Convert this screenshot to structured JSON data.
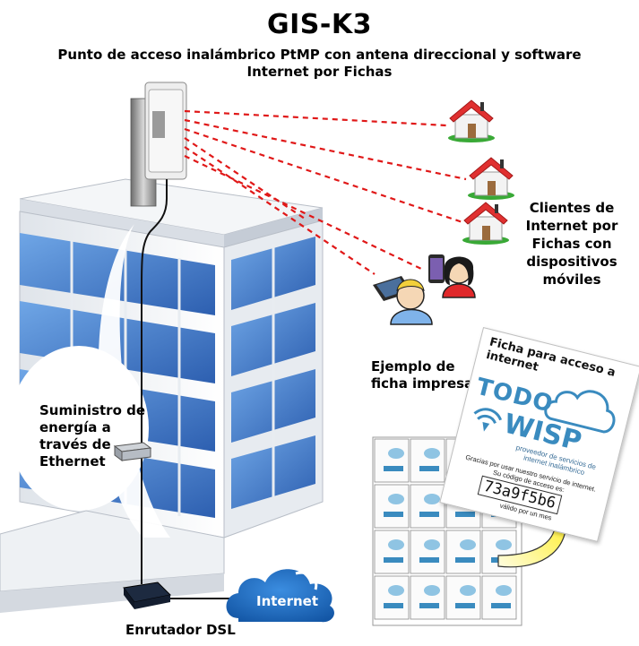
{
  "diagram": {
    "title": "GIS-K3",
    "subtitle_line1": "Punto de acceso inalámbrico PtMP con antena direccional y software",
    "subtitle_line2": "Internet por Fichas",
    "clients_label": [
      "Clientes de",
      "Internet por",
      "Fichas con",
      "dispositivos",
      "móviles"
    ],
    "example_label": [
      "Ejemplo de",
      "ficha impresa"
    ],
    "power_label": [
      "Suministro de",
      "energía a",
      "través de",
      "Ethernet"
    ],
    "router_label": "Enrutador DSL",
    "internet_label": "Internet"
  },
  "ticket": {
    "header": "Ficha para acceso a internet",
    "brand_line1": "TODO",
    "brand_line2": "WISP",
    "tagline": "proveedor de servicios de internet inalámbrico",
    "message": "Gracias por usar nuestro servicio de internet. Su código de acceso es:",
    "code": "73a9f5b6",
    "validity": "válido por un mes"
  },
  "colors": {
    "building_blue": "#3f7fcf",
    "building_white": "#f2f4f7",
    "roof_red": "#e03030",
    "house_green": "#39a936",
    "link_red": "#e01818",
    "cloud_blue": "#1f6fc0",
    "arrow_yellow": "#ffee00",
    "brand_blue": "#3a8bbf"
  },
  "icons": [
    "antenna-mast-icon",
    "house-icon",
    "tablet-icon",
    "smartphone-icon",
    "person-icon",
    "cloud-icon",
    "router-icon",
    "poe-injector-icon",
    "wifi-icon",
    "arrow-icon"
  ]
}
